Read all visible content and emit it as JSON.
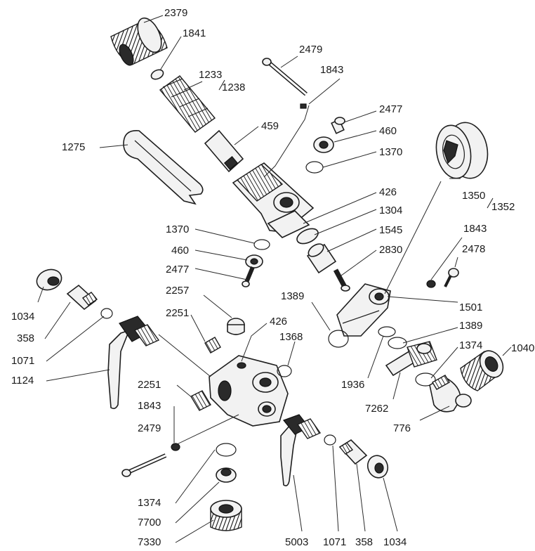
{
  "diagram": {
    "labels": [
      {
        "id": "l2379a",
        "text": "2379"
      },
      {
        "id": "l1841",
        "text": "1841"
      },
      {
        "id": "l2479a",
        "text": "2479"
      },
      {
        "id": "l1843a",
        "text": "1843"
      },
      {
        "id": "l1233",
        "text": "1233"
      },
      {
        "id": "l1238",
        "text": "1238"
      },
      {
        "id": "l2477a",
        "text": "2477"
      },
      {
        "id": "l459",
        "text": "459"
      },
      {
        "id": "l460a",
        "text": "460"
      },
      {
        "id": "l1275",
        "text": "1275"
      },
      {
        "id": "l1370a",
        "text": "1370"
      },
      {
        "id": "l1350",
        "text": "1350"
      },
      {
        "id": "l1352",
        "text": "1352"
      },
      {
        "id": "l426a",
        "text": "426"
      },
      {
        "id": "l1304",
        "text": "1304"
      },
      {
        "id": "l1370b",
        "text": "1370"
      },
      {
        "id": "l1545",
        "text": "1545"
      },
      {
        "id": "l1843b",
        "text": "1843"
      },
      {
        "id": "l460b",
        "text": "460"
      },
      {
        "id": "l2830",
        "text": "2830"
      },
      {
        "id": "l2478",
        "text": "2478"
      },
      {
        "id": "l2477b",
        "text": "2477"
      },
      {
        "id": "l2257",
        "text": "2257"
      },
      {
        "id": "l1389a",
        "text": "1389"
      },
      {
        "id": "l1501",
        "text": "1501"
      },
      {
        "id": "l1034a",
        "text": "1034"
      },
      {
        "id": "l2251a",
        "text": "2251"
      },
      {
        "id": "l426b",
        "text": "426"
      },
      {
        "id": "l1389b",
        "text": "1389"
      },
      {
        "id": "l358a",
        "text": "358"
      },
      {
        "id": "l1368",
        "text": "1368"
      },
      {
        "id": "l1374a",
        "text": "1374"
      },
      {
        "id": "l1040",
        "text": "1040"
      },
      {
        "id": "l1071a",
        "text": "1071"
      },
      {
        "id": "l1936",
        "text": "1936"
      },
      {
        "id": "l1124",
        "text": "1124"
      },
      {
        "id": "l7262",
        "text": "7262"
      },
      {
        "id": "l2251b",
        "text": "2251"
      },
      {
        "id": "l776",
        "text": "776"
      },
      {
        "id": "l1843c",
        "text": "1843"
      },
      {
        "id": "l2479b",
        "text": "2479"
      },
      {
        "id": "l1374b",
        "text": "1374"
      },
      {
        "id": "l7700",
        "text": "7700"
      },
      {
        "id": "l7330",
        "text": "7330"
      },
      {
        "id": "l5003",
        "text": "5003"
      },
      {
        "id": "l1071b",
        "text": "1071"
      },
      {
        "id": "l358b",
        "text": "358"
      },
      {
        "id": "l1034b",
        "text": "1034"
      }
    ]
  }
}
